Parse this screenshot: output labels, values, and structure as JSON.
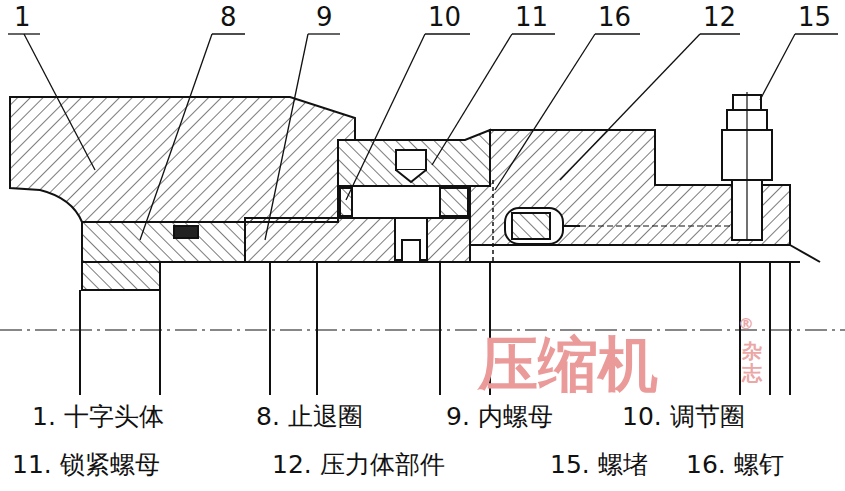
{
  "diagram": {
    "labels": [
      "1",
      "8",
      "9",
      "10",
      "11",
      "16",
      "12",
      "15",
      "1. 十字头体",
      "8. 止退圈",
      "9. 内螺母",
      "10. 调节圈",
      "11. 锁紧螺母",
      "12. 压力体部件",
      "15. 螺堵",
      "16. 螺钉",
      "压缩机",
      "杂志",
      "®"
    ]
  }
}
